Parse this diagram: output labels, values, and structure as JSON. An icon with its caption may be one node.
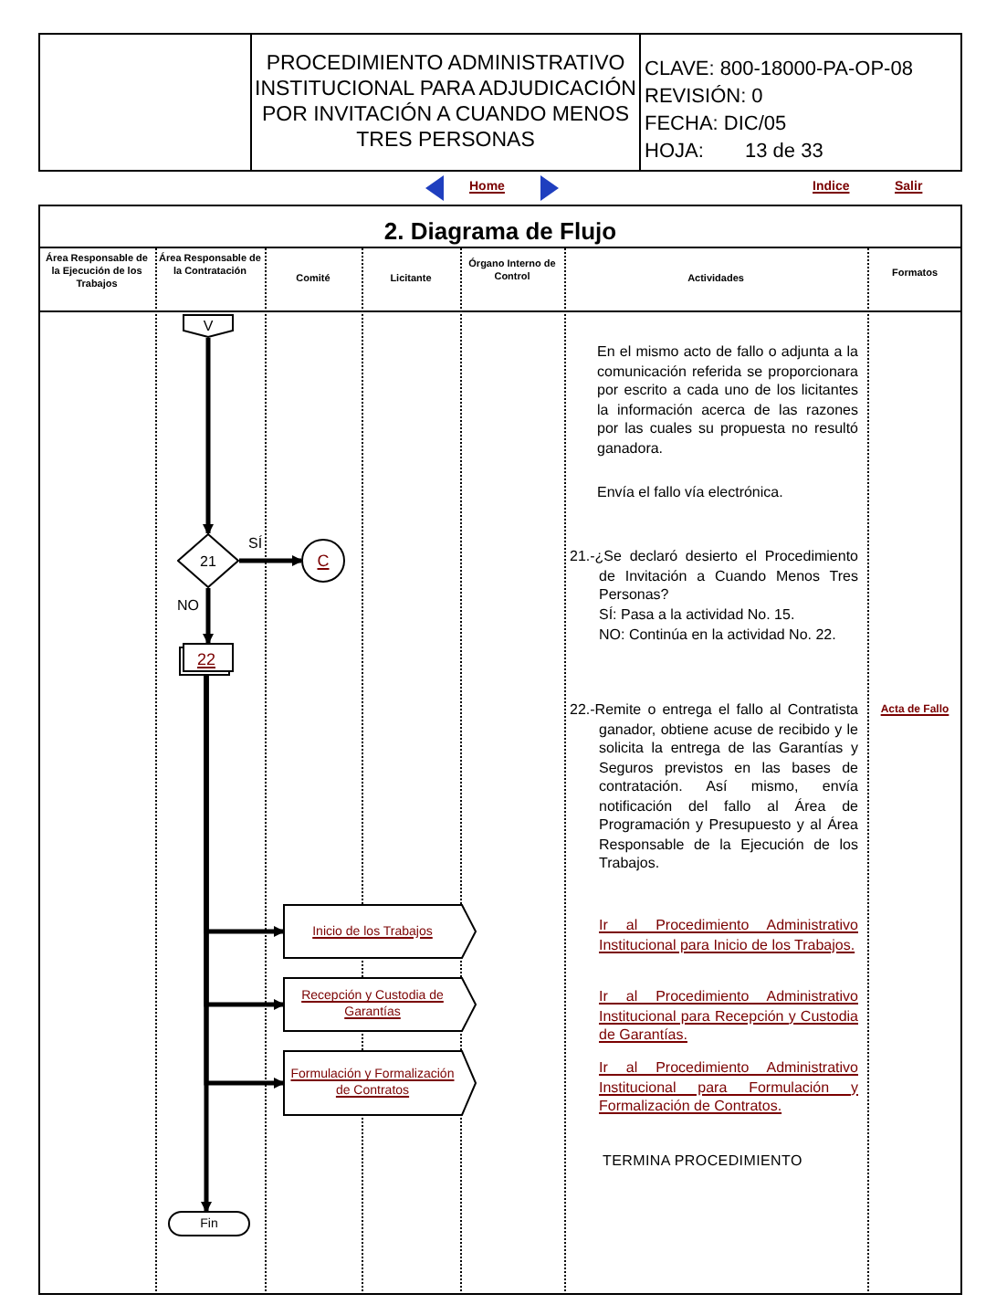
{
  "diagram": {
    "title": "PROCEDIMIENTO ADMINISTRATIVO INSTITUCIONAL PARA ADJUDICACIÓN POR INVITACIÓN A CUANDO MENOS TRES PERSONAS",
    "nodes": [
      {
        "text": [
          "V"
        ]
      },
      {
        "text": [
          "21"
        ]
      },
      {
        "text": [
          "C"
        ]
      },
      {
        "text": [
          "22"
        ]
      },
      {
        "text": [
          "Inicio de los Trabajos"
        ]
      },
      {
        "text": [
          "Recepción y Custodia de Garantías"
        ]
      },
      {
        "text": [
          "Formulación y Formalización de Contratos"
        ]
      },
      {
        "text": [
          "Fin"
        ]
      }
    ],
    "edges": [
      {
        "from": 0,
        "to": 1,
        "arrow": "to"
      },
      {
        "from": 1,
        "to": 2,
        "arrow": "to",
        "label": "SÍ"
      },
      {
        "from": 1,
        "to": 3,
        "arrow": "to",
        "label": "NO"
      },
      {
        "from": 3,
        "to": 4,
        "arrow": "to"
      },
      {
        "from": 3,
        "to": 5,
        "arrow": "to"
      },
      {
        "from": 3,
        "to": 6,
        "arrow": "to"
      },
      {
        "from": 3,
        "to": 7,
        "arrow": "to"
      }
    ],
    "labels": [
      "CLAVE: 800-18000-PA-OP-08",
      "REVISIÓN: 0",
      "FECHA: DIC/05",
      "HOJA:",
      "13 de 33",
      "Home",
      "Indice",
      "Salir",
      "2. Diagrama de Flujo",
      "Área Responsable de la Ejecución de los Trabajos",
      "Área Responsable de la Contratación",
      "Comité",
      "Licitante",
      "Órgano Interno de Control",
      "Actividades",
      "Formatos",
      "En el mismo acto de fallo o adjunta a la comunicación referida se proporcionara por escrito a cada uno de los licitantes la información acerca de las razones por las cuales su propuesta no resultó ganadora.",
      "Envía el fallo vía electrónica.",
      "21.-¿Se declaró desierto el Procedimiento de Invitación a Cuando Menos Tres Personas?",
      "SÍ: Pasa a la actividad No. 15.",
      "NO: Continúa en la actividad No. 22.",
      "22.-Remite o entrega el fallo al Contratista ganador, obtiene acuse de recibido y le solicita la entrega de las Garantías y Seguros previstos en las bases de contratación. Así mismo, envía notificación del fallo al Área de Programación y Presupuesto y al Área Responsable de la Ejecución de los Trabajos.",
      "Acta de Fallo",
      "Ir al Procedimiento Administrativo Institucional para Inicio de los Trabajos.",
      "Ir al Procedimiento Administrativo Institucional para Recepción y Custodia de Garantías.",
      "Ir al Procedimiento Administrativo Institucional para Formulación y Formalización de Contratos.",
      "TERMINA PROCEDIMIENTO"
    ]
  }
}
